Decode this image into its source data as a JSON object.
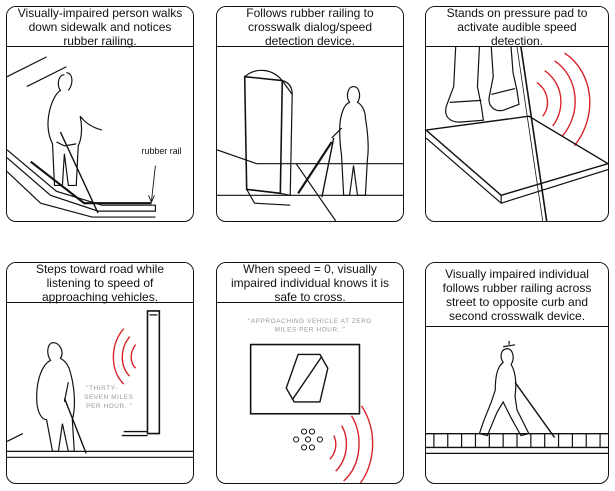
{
  "panels": [
    {
      "caption": "Visually-impaired person walks down sidewalk and notices rubber railing.",
      "label": "rubber rail"
    },
    {
      "caption": "Follows rubber railing to crosswalk dialog/speed detection device."
    },
    {
      "caption": "Stands on pressure pad to activate audible speed detection."
    },
    {
      "caption": "Steps toward road while listening to speed of approaching vehicles.",
      "speech": [
        "\"THIRTY-",
        "SEVEN MILES",
        "PER HOUR. \""
      ]
    },
    {
      "caption": "When speed = 0, visually impaired individual knows it is safe to cross.",
      "speech": [
        "\"APPROACHING VEHICLE AT ZERO",
        "MILES PER HOUR. \""
      ],
      "display_digit": "0"
    },
    {
      "caption": "Visually impaired individual follows rubber railing across street to opposite curb and second crosswalk device."
    }
  ],
  "colors": {
    "line": "#111111",
    "sound": "#d8232a",
    "faint_text": "#9a9a9a"
  }
}
